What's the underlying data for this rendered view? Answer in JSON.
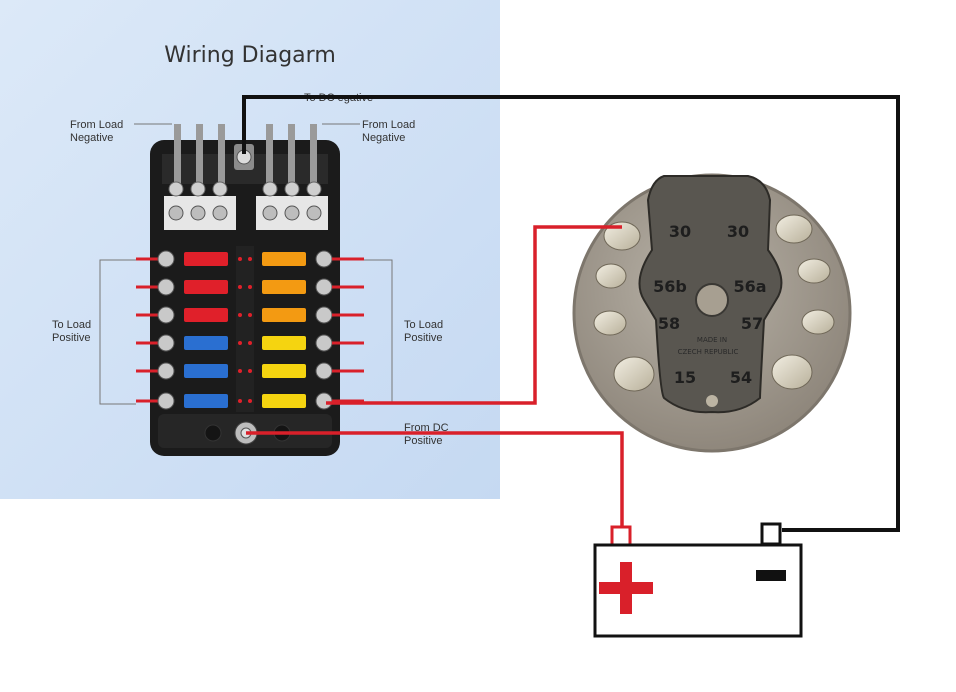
{
  "panel": {
    "title": "Wiring Diagarm",
    "labels": {
      "from_load_negative": [
        "From Load",
        "Negative"
      ],
      "to_dc_negative": "To DC egative",
      "to_load_positive": [
        "To Load",
        "Positive"
      ],
      "from_dc_positive": [
        "From DC",
        "Positive"
      ]
    }
  },
  "switch": {
    "terminals": [
      "30",
      "30",
      "56b",
      "56a",
      "58",
      "57",
      "15",
      "54"
    ],
    "marking": [
      "MADE IN",
      "CZECH REPUBLIC"
    ]
  },
  "battery": {
    "positive": "+",
    "negative": "−"
  },
  "colors": {
    "panel_bg": "#d3e3f7",
    "wire_positive": "#d9202a",
    "wire_negative": "#111111",
    "fuse_red": "#e0202a",
    "fuse_orange": "#f39a12",
    "fuse_blue": "#2a6fd1",
    "fuse_yellow": "#f5d410"
  },
  "fuses": {
    "left": [
      "red",
      "red",
      "red",
      "blue",
      "blue",
      "blue"
    ],
    "right": [
      "orange",
      "orange",
      "orange",
      "yellow",
      "yellow",
      "yellow"
    ]
  }
}
